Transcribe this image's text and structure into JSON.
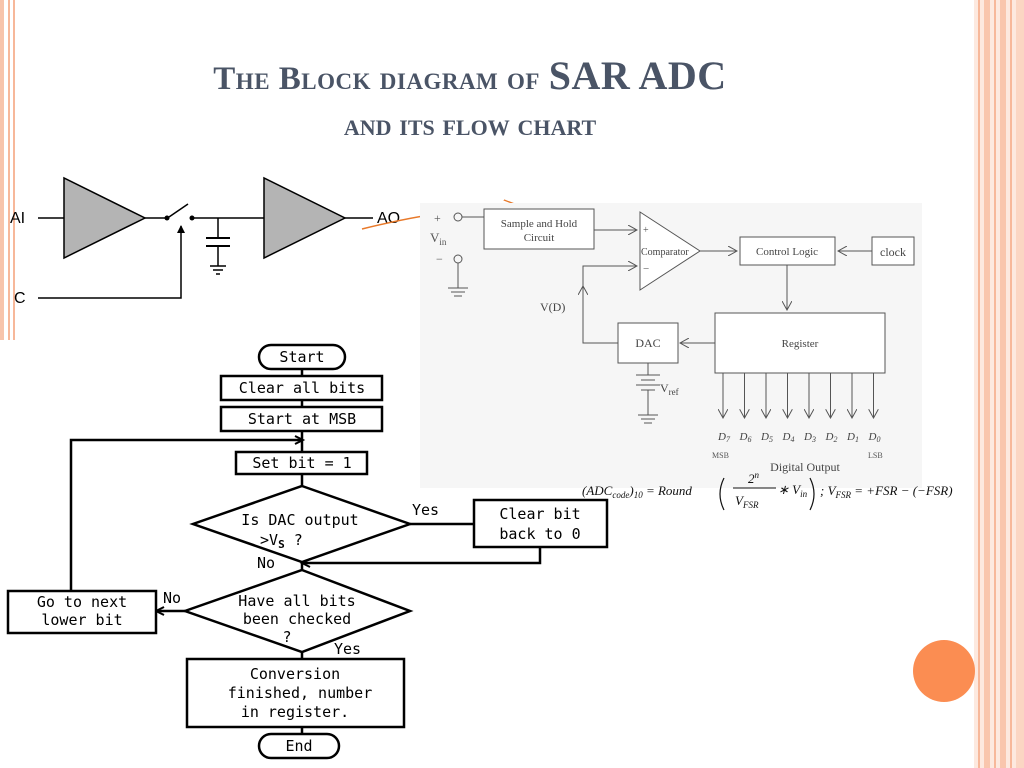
{
  "slide": {
    "title_line1_a": "The Block diagram of",
    "title_line1_b": "SAR ADC",
    "title_line2": "and its flow chart"
  },
  "sample_hold_circuit": {
    "input_label": "AI",
    "output_label": "AO",
    "control_label": "C"
  },
  "block_diagram": {
    "sample_hold": [
      "Sample and Hold",
      "Circuit"
    ],
    "comparator": "Comparator",
    "control_logic": "Control Logic",
    "clock": "clock",
    "register": "Register",
    "dac": "DAC",
    "vin": "V",
    "vin_sub": "in",
    "vd": "V(D)",
    "vref": "V",
    "vref_sub": "ref",
    "plus": "+",
    "minus": "−",
    "bits": [
      "D",
      "D",
      "D",
      "D",
      "D",
      "D",
      "D",
      "D"
    ],
    "bit_subs": [
      "7",
      "6",
      "5",
      "4",
      "3",
      "2",
      "1",
      "0"
    ],
    "msb": "MSB",
    "lsb": "LSB",
    "digital_output": "Digital Output"
  },
  "formula": {
    "text": "(ADC_code)₁₀ = Round ( 2ⁿ / V_FSR ∗ V_in ) ; V_FSR = +FSR − (−FSR)"
  },
  "flowchart": {
    "start": "Start",
    "clear_all": "Clear all bits",
    "start_msb": "Start at MSB",
    "set_bit": "Set bit = 1",
    "decision1_line1": "Is DAC output",
    "decision1_line2": ">V",
    "decision1_sub": "S",
    "decision1_q": " ?",
    "yes1": "Yes",
    "no1": "No",
    "clear_bit_line1": "Clear bit",
    "clear_bit_line2": "back to 0",
    "decision2_line1": "Have all bits",
    "decision2_line2": "been checked",
    "decision2_line3": "?",
    "no2": "No",
    "yes2": "Yes",
    "next_line1": "Go to next",
    "next_line2": "lower bit",
    "finish_line1": "Conversion",
    "finish_line2": "finished, number",
    "finish_line3": "in register.",
    "end": "End"
  },
  "colors": {
    "title": "#4a5466",
    "accent_orange": "#fb8d52",
    "frame_stripe": "#f7b89a",
    "amp_fill": "#b4b4b4",
    "annotation_arrow": "#e8792a"
  }
}
